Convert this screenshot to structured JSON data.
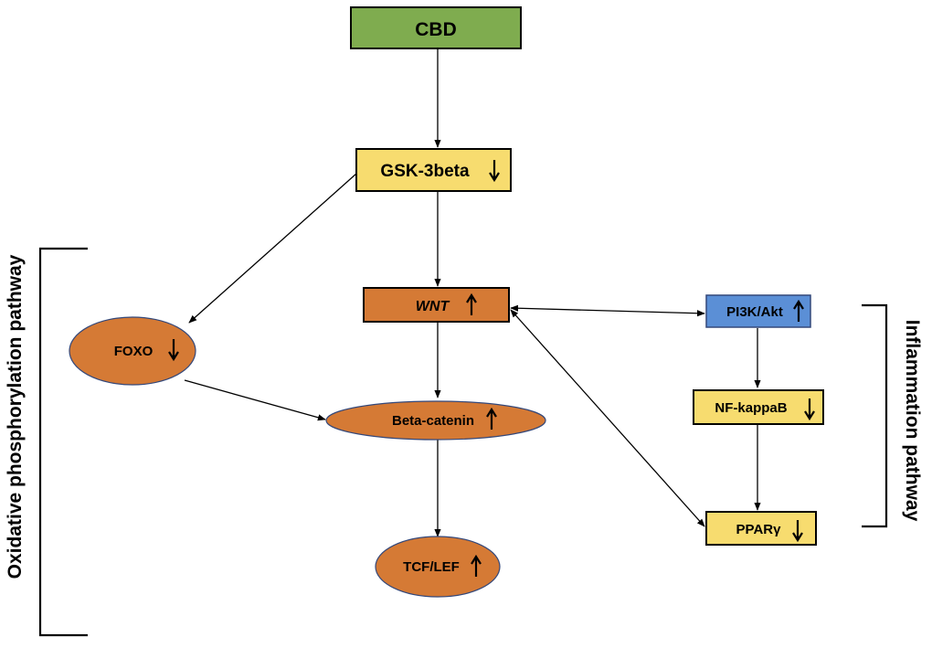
{
  "nodes": {
    "cbd": {
      "label": "CBD",
      "color": "#7fac4f"
    },
    "gsk3beta": {
      "label": "GSK-3beta",
      "arrow": "down",
      "color": "#f7dc6f"
    },
    "wnt": {
      "label": "WNT",
      "arrow": "up",
      "color": "#d57a35"
    },
    "foxo": {
      "label": "FOXO",
      "arrow": "down",
      "color": "#d57a35"
    },
    "beta_catenin": {
      "label": "Beta-catenin",
      "arrow": "up",
      "color": "#d57a35"
    },
    "tcf_lef": {
      "label": "TCF/LEF",
      "arrow": "up",
      "color": "#d57a35"
    },
    "pi3k_akt": {
      "label": "PI3K/Akt",
      "arrow": "up",
      "color": "#5b8fd6"
    },
    "nf_kappab": {
      "label": "NF-kappaB",
      "arrow": "down",
      "color": "#f7dc6f"
    },
    "ppar_gamma": {
      "label": "PPARγ",
      "arrow": "down",
      "color": "#f7dc6f"
    }
  },
  "side_labels": {
    "left": "Oxidative phosphorylation pathway",
    "right": "Inflammation pathway"
  }
}
